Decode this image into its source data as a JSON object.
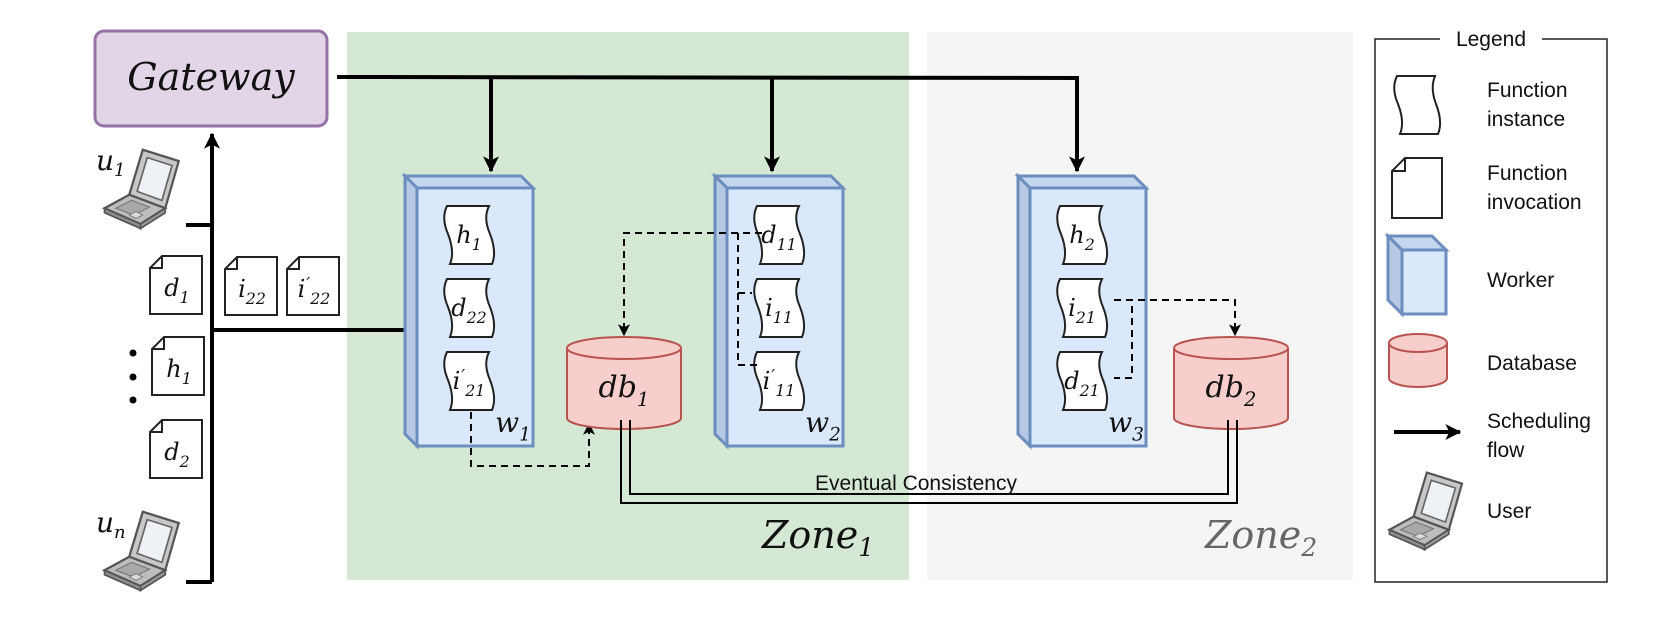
{
  "gateway": {
    "label": "Gateway"
  },
  "users": [
    {
      "label": "u",
      "sub": "1"
    },
    {
      "label": "u",
      "sub": "n"
    }
  ],
  "queue": {
    "invocations": [
      {
        "label": "d",
        "sub": "1",
        "name": "d1"
      },
      {
        "label": "h",
        "sub": "1",
        "name": "h1"
      },
      {
        "label": "d",
        "sub": "2",
        "name": "d2"
      }
    ],
    "pending": [
      {
        "label": "i",
        "sub": "22",
        "prime": false
      },
      {
        "label": "i",
        "sub": "22",
        "prime": true
      }
    ]
  },
  "workers": [
    {
      "label": "w",
      "sub": "1",
      "instances": [
        {
          "label": "h",
          "sub": "1",
          "prime": false
        },
        {
          "label": "d",
          "sub": "22",
          "prime": false
        },
        {
          "label": "i",
          "sub": "21",
          "prime": true
        }
      ]
    },
    {
      "label": "w",
      "sub": "2",
      "instances": [
        {
          "label": "d",
          "sub": "11",
          "prime": false
        },
        {
          "label": "i",
          "sub": "11",
          "prime": false
        },
        {
          "label": "i",
          "sub": "11",
          "prime": true
        }
      ]
    },
    {
      "label": "w",
      "sub": "3",
      "instances": [
        {
          "label": "h",
          "sub": "2",
          "prime": false
        },
        {
          "label": "i",
          "sub": "21",
          "prime": false
        },
        {
          "label": "d",
          "sub": "21",
          "prime": false
        }
      ]
    }
  ],
  "databases": [
    {
      "label": "db",
      "sub": "1"
    },
    {
      "label": "db",
      "sub": "2"
    }
  ],
  "zones": [
    {
      "label": "Zone",
      "sub": "1"
    },
    {
      "label": "Zone",
      "sub": "2"
    }
  ],
  "sync_label": "Eventual Consistency",
  "legend": {
    "title": "Legend",
    "items": [
      {
        "lines": [
          "Function",
          "instance"
        ]
      },
      {
        "lines": [
          "Function",
          "invocation"
        ]
      },
      {
        "lines": [
          "Worker"
        ]
      },
      {
        "lines": [
          "Database"
        ]
      },
      {
        "lines": [
          "Scheduling",
          "flow"
        ]
      },
      {
        "lines": [
          "User"
        ]
      }
    ]
  },
  "colors": {
    "zone1_bg": "#d5e8d4",
    "zone2_bg": "#f5f5f5",
    "gateway_fill": "#e1d5e7",
    "gateway_stroke": "#9673a6",
    "worker_fill": "#dae8fc",
    "worker_stroke": "#6c8ebf",
    "db_fill": "#f8cecc",
    "db_stroke": "#b85450",
    "zone2_text": "#666666"
  }
}
